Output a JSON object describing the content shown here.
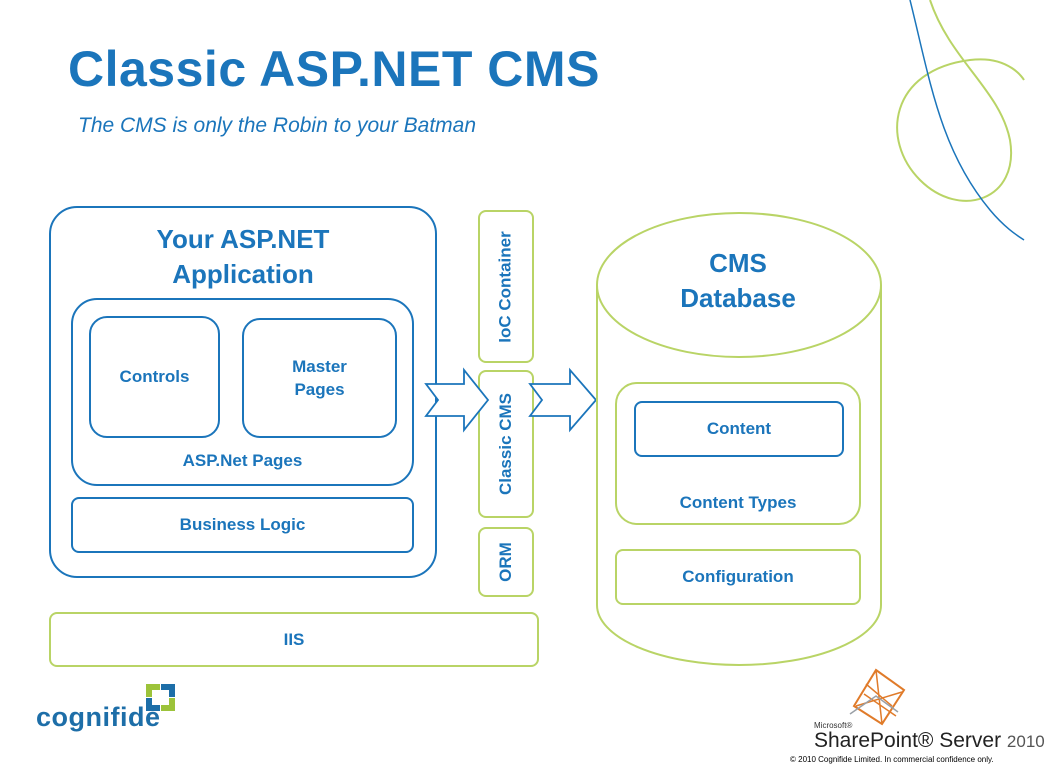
{
  "title": "Classic ASP.NET CMS",
  "subtitle": "The CMS is only the Robin to your Batman",
  "app": {
    "title": "Your ASP.NET Application",
    "pages_label": "ASP.Net Pages",
    "controls": "Controls",
    "master_pages": "Master Pages",
    "business_logic": "Business Logic"
  },
  "middle": {
    "ioc": "IoC Container",
    "classic_cms": "Classic CMS",
    "orm": "ORM"
  },
  "iis": "IIS",
  "database": {
    "title": "CMS Database",
    "content": "Content",
    "content_types": "Content Types",
    "configuration": "Configuration"
  },
  "branding": {
    "cognifide": "cognifide",
    "microsoft": "Microsoft®",
    "sharepoint": "SharePoint® Server",
    "sharepoint_year": "2010",
    "copyright": "© 2010 Cognifide Limited. In commercial confidence only."
  },
  "colors": {
    "blue": "#1b75bb",
    "green": "#b9d466",
    "cognifide_blue": "#1d6ea8",
    "cognifide_green": "#9cc33a"
  }
}
